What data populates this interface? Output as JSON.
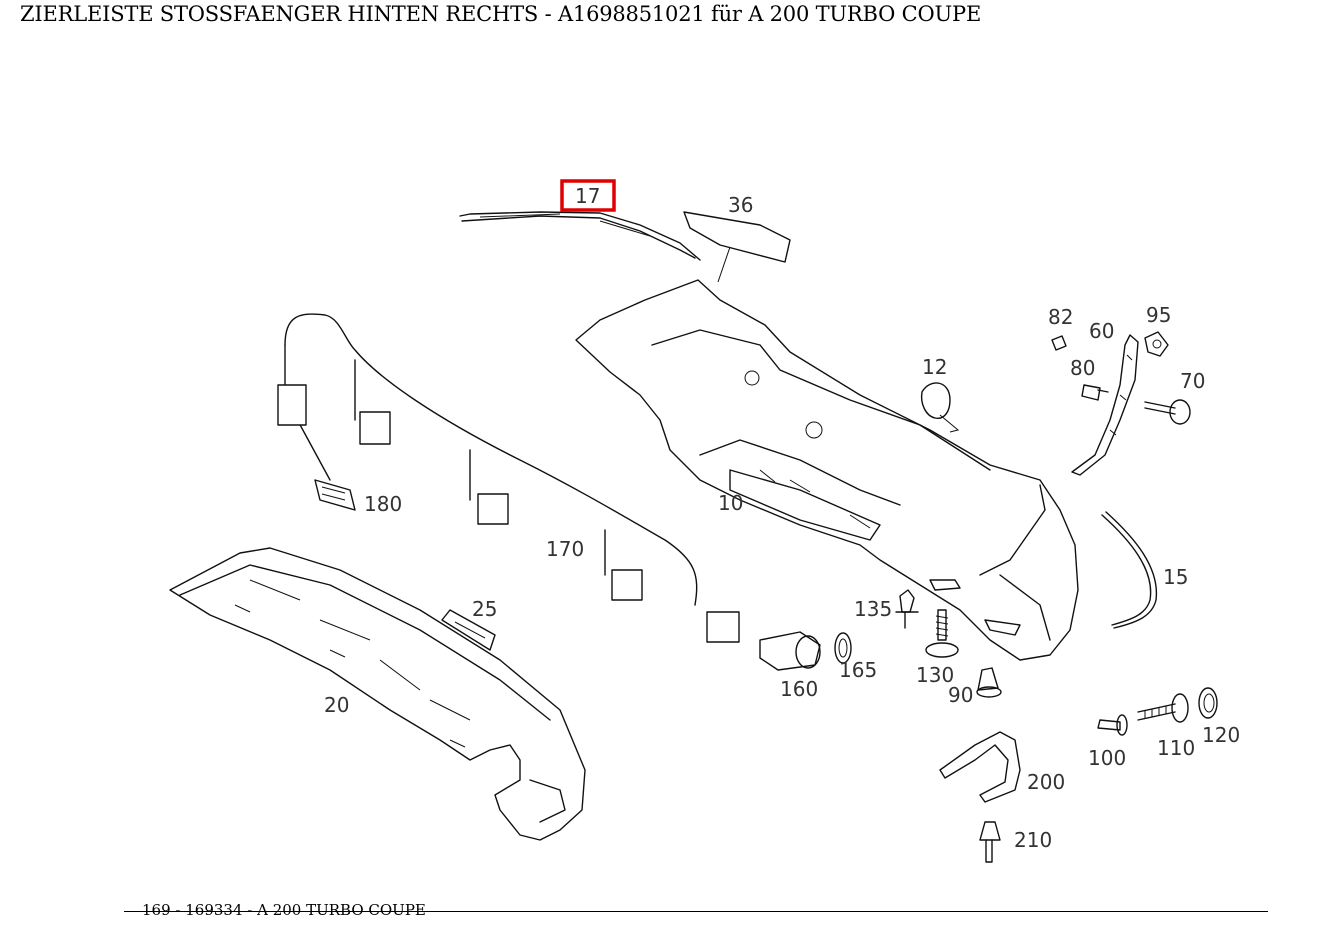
{
  "title": "ZIERLEISTE STOSSFAENGER HINTEN RECHTS - A1698851021 für A 200 TURBO COUPE",
  "footer": "169 - 169334 - A 200 TURBO COUPE",
  "highlight_color": "#e00000",
  "highlighted_part": "17",
  "callouts": {
    "p17": "17",
    "p36": "36",
    "p10": "10",
    "p12": "12",
    "p15": "15",
    "p20": "20",
    "p25": "25",
    "p60": "60",
    "p70": "70",
    "p80": "80",
    "p82": "82",
    "p90": "90",
    "p95": "95",
    "p100": "100",
    "p110": "110",
    "p120": "120",
    "p130": "130",
    "p135": "135",
    "p160": "160",
    "p165": "165",
    "p170": "170",
    "p180": "180",
    "p200": "200",
    "p210": "210"
  }
}
